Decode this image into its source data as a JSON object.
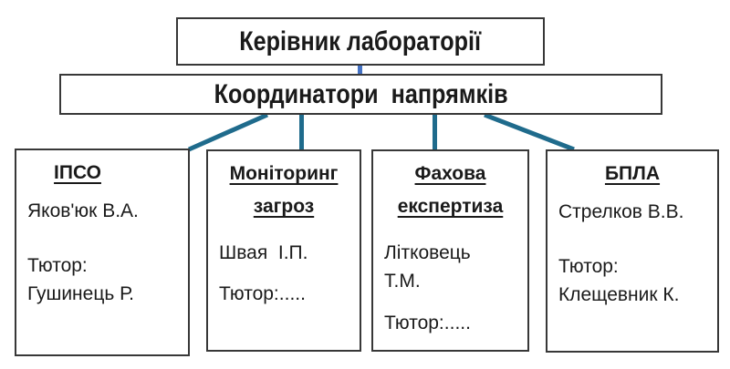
{
  "colors": {
    "accent-blue": "#4472C4",
    "accent-teal": "#1F6B8C",
    "border": "#383838",
    "text": "#1A1A1A",
    "background": "#FFFFFF"
  },
  "org_chart": {
    "root": {
      "title": "Керівник лабораторії"
    },
    "coordinators": {
      "title": "Координатори  напрямків"
    },
    "departments": [
      {
        "title": "ІПСО",
        "paragraphs": [
          "Яков'юк В.А.",
          "Тютор:\nГушинець Р."
        ]
      },
      {
        "title": "Моніторинг загроз",
        "paragraphs": [
          "Швая  І.П.",
          "Тютор:....."
        ]
      },
      {
        "title": "Фахова експертиза",
        "paragraphs": [
          "Літковець\nТ.М.",
          "Тютор:....."
        ]
      },
      {
        "title": "БПЛА",
        "paragraphs": [
          "Стрелков В.В.",
          "Тютор:\nКлещевник К."
        ]
      }
    ]
  }
}
